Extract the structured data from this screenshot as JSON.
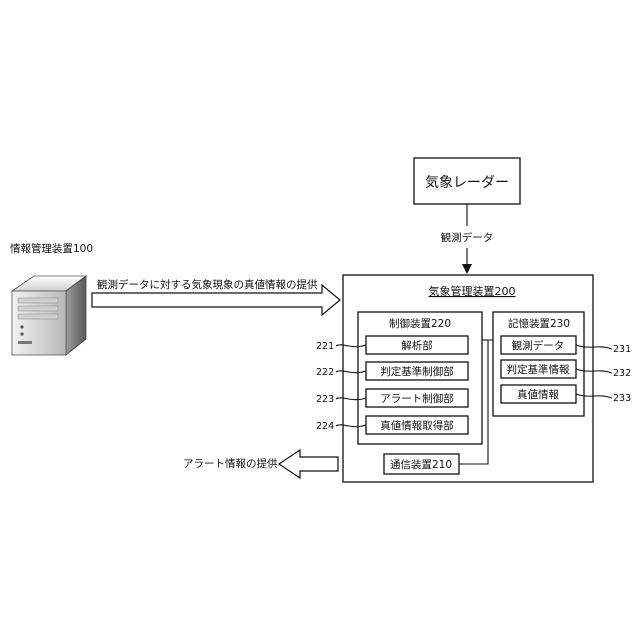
{
  "weather_radar": {
    "label": "気象レーダー"
  },
  "observation_data_arrow": {
    "label": "観測データ"
  },
  "info_management_device": {
    "label": "情報管理装置100"
  },
  "true_value_provision_arrow": {
    "label": "観測データに対する気象現象の真値情報の提供"
  },
  "alert_provision_arrow": {
    "label": "アラート情報の提供"
  },
  "weather_management_device": {
    "title": "気象管理装置200",
    "control_device": {
      "title": "制御装置220",
      "units": [
        {
          "label": "解析部",
          "ref": "221"
        },
        {
          "label": "判定基準制御部",
          "ref": "222"
        },
        {
          "label": "アラート制御部",
          "ref": "223"
        },
        {
          "label": "真値情報取得部",
          "ref": "224"
        }
      ]
    },
    "storage_device": {
      "title": "記憶装置230",
      "items": [
        {
          "label": "観測データ",
          "ref": "231"
        },
        {
          "label": "判定基準情報",
          "ref": "232"
        },
        {
          "label": "真値情報",
          "ref": "233"
        }
      ]
    },
    "communication_device": {
      "label": "通信装置210"
    }
  }
}
